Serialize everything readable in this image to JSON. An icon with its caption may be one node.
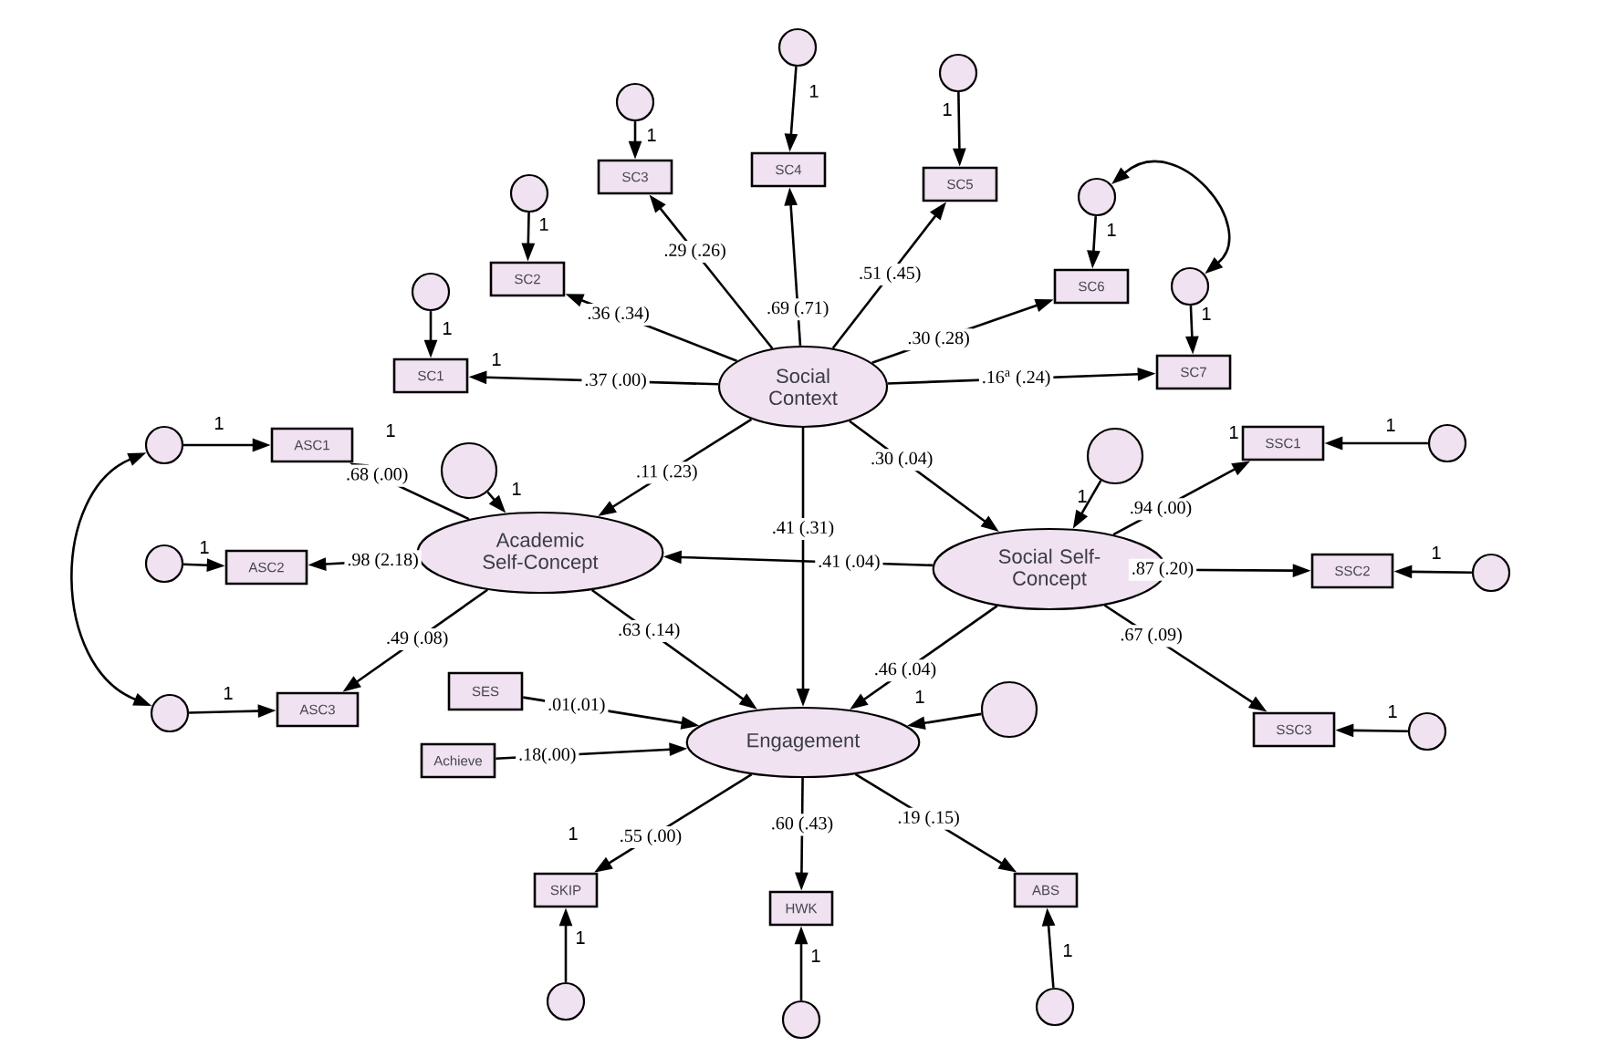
{
  "diagram": {
    "nodes": [
      {
        "text": [
          "Social Context"
        ]
      },
      {
        "text": [
          "Academic Self-Concept"
        ]
      },
      {
        "text": [
          "Social Self-Concept"
        ]
      },
      {
        "text": [
          "Engagement"
        ]
      },
      {
        "text": [
          "SC1"
        ]
      },
      {
        "text": [
          "SC2"
        ]
      },
      {
        "text": [
          "SC3"
        ]
      },
      {
        "text": [
          "SC4"
        ]
      },
      {
        "text": [
          "SC5"
        ]
      },
      {
        "text": [
          "SC6"
        ]
      },
      {
        "text": [
          "SC7"
        ]
      },
      {
        "text": [
          "ASC1"
        ]
      },
      {
        "text": [
          "ASC2"
        ]
      },
      {
        "text": [
          "ASC3"
        ]
      },
      {
        "text": [
          "SSC1"
        ]
      },
      {
        "text": [
          "SSC2"
        ]
      },
      {
        "text": [
          "SSC3"
        ]
      },
      {
        "text": [
          "SES"
        ]
      },
      {
        "text": [
          "Achieve"
        ]
      },
      {
        "text": [
          "SKIP"
        ]
      },
      {
        "text": [
          "HWK"
        ]
      },
      {
        "text": [
          "ABS"
        ]
      },
      {
        "text": [],
        "shape": "circle"
      },
      {
        "text": [],
        "shape": "circle"
      },
      {
        "text": [],
        "shape": "circle"
      },
      {
        "text": [],
        "shape": "circle"
      },
      {
        "text": [],
        "shape": "circle"
      },
      {
        "text": [],
        "shape": "circle"
      },
      {
        "text": [],
        "shape": "circle"
      },
      {
        "text": [],
        "shape": "circle"
      },
      {
        "text": [],
        "shape": "circle"
      },
      {
        "text": [],
        "shape": "circle"
      },
      {
        "text": [],
        "shape": "circle"
      },
      {
        "text": [],
        "shape": "circle"
      },
      {
        "text": [],
        "shape": "circle"
      },
      {
        "text": [],
        "shape": "circle"
      },
      {
        "text": [],
        "shape": "circle"
      },
      {
        "text": [],
        "shape": "circle"
      },
      {
        "text": [],
        "shape": "circle"
      },
      {
        "text": [],
        "shape": "circle"
      },
      {
        "text": [],
        "shape": "circle"
      }
    ],
    "edges": [
      {
        "from": 0,
        "to": 4,
        "arrow": "to",
        "label": ".37 (.00)"
      },
      {
        "from": 0,
        "to": 5,
        "arrow": "to",
        "label": ".36 (.34)"
      },
      {
        "from": 0,
        "to": 6,
        "arrow": "to",
        "label": ".29 (.26)"
      },
      {
        "from": 0,
        "to": 7,
        "arrow": "to",
        "label": ".69 (.71)"
      },
      {
        "from": 0,
        "to": 8,
        "arrow": "to",
        "label": ".51 (.45)"
      },
      {
        "from": 0,
        "to": 9,
        "arrow": "to",
        "label": ".30 (.28)"
      },
      {
        "from": 0,
        "to": 10,
        "arrow": "to",
        "label": ".16$^{a}$ (.24)"
      },
      {
        "from": 1,
        "to": 11,
        "arrow": "to",
        "label": ".68 (.00)"
      },
      {
        "from": 1,
        "to": 12,
        "arrow": "to",
        "label": ".98 (2.18)"
      },
      {
        "from": 1,
        "to": 13,
        "arrow": "to",
        "label": ".49 (.08)"
      },
      {
        "from": 2,
        "to": 14,
        "arrow": "to",
        "label": ".94 (.00)"
      },
      {
        "from": 2,
        "to": 15,
        "arrow": "to",
        "label": ".87 (.20)"
      },
      {
        "from": 2,
        "to": 16,
        "arrow": "to",
        "label": ".67 (.09)"
      },
      {
        "from": 3,
        "to": 19,
        "arrow": "to",
        "label": ".55 (.00)"
      },
      {
        "from": 3,
        "to": 20,
        "arrow": "to",
        "label": ".60 (.43)"
      },
      {
        "from": 3,
        "to": 21,
        "arrow": "to",
        "label": ".19 (.15)"
      },
      {
        "from": 0,
        "to": 1,
        "arrow": "to",
        "label": ".11 (.23)"
      },
      {
        "from": 0,
        "to": 2,
        "arrow": "to",
        "label": ".30 (.04)"
      },
      {
        "from": 0,
        "to": 3,
        "arrow": "to",
        "label": ".41 (.31)"
      },
      {
        "from": 2,
        "to": 1,
        "arrow": "to",
        "label": ".41 (.04)"
      },
      {
        "from": 1,
        "to": 3,
        "arrow": "to",
        "label": ".63 (.14)"
      },
      {
        "from": 2,
        "to": 3,
        "arrow": "to",
        "label": ".46 (.04)"
      },
      {
        "from": 17,
        "to": 3,
        "arrow": "to",
        "label": ".01(.01)"
      },
      {
        "from": 18,
        "to": 3,
        "arrow": "to",
        "label": ".18(.00)"
      },
      {
        "from": 25,
        "to": 4,
        "arrow": "to",
        "label": "1"
      },
      {
        "from": 27,
        "to": 5,
        "arrow": "to",
        "label": "1"
      },
      {
        "from": 29,
        "to": 6,
        "arrow": "to",
        "label": "1"
      },
      {
        "from": 30,
        "to": 7,
        "arrow": "to",
        "label": "1"
      },
      {
        "from": 32,
        "to": 8,
        "arrow": "to",
        "label": "1"
      },
      {
        "from": 35,
        "to": 9,
        "arrow": "to",
        "label": "1"
      },
      {
        "from": 37,
        "to": 10,
        "arrow": "to",
        "label": "1"
      },
      {
        "from": 22,
        "to": 11,
        "arrow": "to",
        "label": "1"
      },
      {
        "from": 23,
        "to": 12,
        "arrow": "to",
        "label": "1"
      },
      {
        "from": 24,
        "to": 13,
        "arrow": "to",
        "label": "1"
      },
      {
        "from": 39,
        "to": 14,
        "arrow": "to",
        "label": "1"
      },
      {
        "from": 40,
        "to": 15,
        "arrow": "to",
        "label": "1"
      },
      {
        "from": 38,
        "to": 16,
        "arrow": "to",
        "label": "1"
      },
      {
        "from": 28,
        "to": 19,
        "arrow": "to",
        "label": "1"
      },
      {
        "from": 31,
        "to": 20,
        "arrow": "to",
        "label": "1"
      },
      {
        "from": 34,
        "to": 21,
        "arrow": "to",
        "label": "1"
      },
      {
        "from": 26,
        "to": 1,
        "arrow": "to",
        "label": "1"
      },
      {
        "from": 36,
        "to": 2,
        "arrow": "to",
        "label": "1"
      },
      {
        "from": 33,
        "to": 3,
        "arrow": "to",
        "label": "1"
      },
      {
        "from": 35,
        "to": 37,
        "arrow": "both"
      },
      {
        "from": 22,
        "to": 24,
        "arrow": "both"
      }
    ],
    "labels": [
      "1",
      "1",
      "1",
      "1"
    ]
  }
}
